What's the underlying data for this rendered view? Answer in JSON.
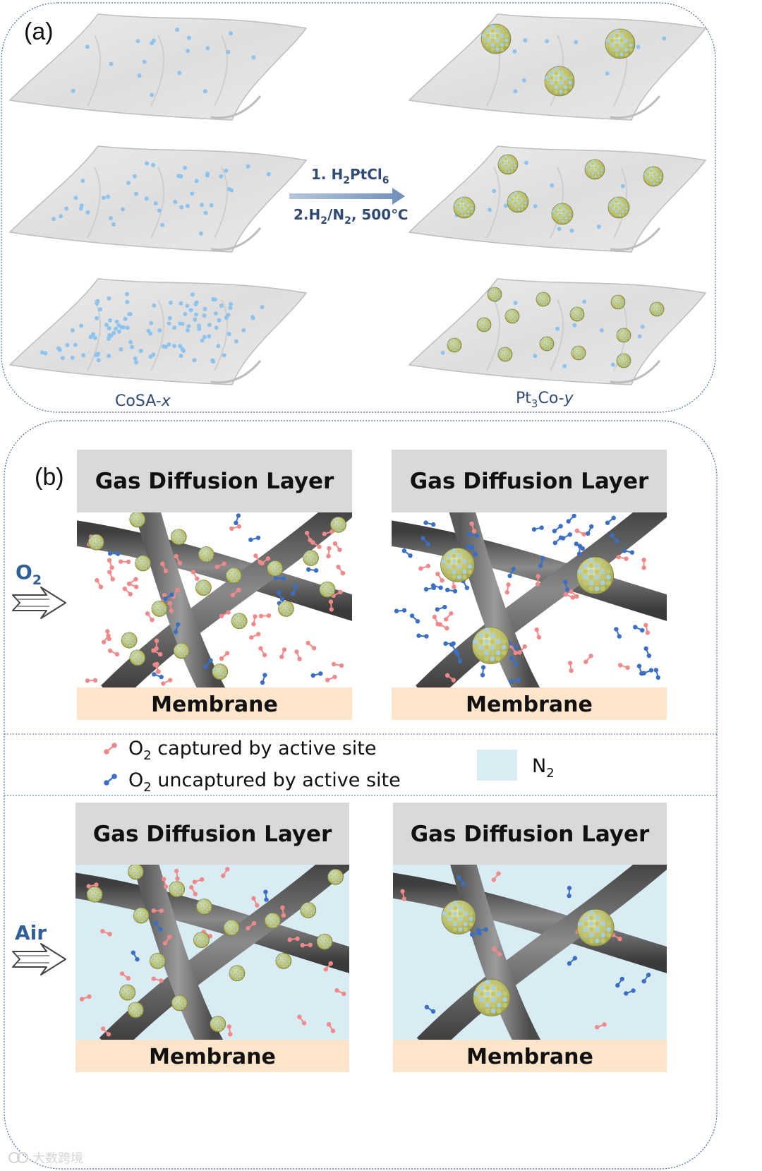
{
  "panel_a": {
    "label": "(a)",
    "step1_prefix": "1. H",
    "step1_sub1": "2",
    "step1_mid": "PtCl",
    "step1_sub2": "6",
    "step2_prefix": "2.H",
    "step2_sub1": "2",
    "step2_mid": "/N",
    "step2_sub2": "2",
    "step2_suffix": ", 500℃",
    "left_caption_main": "CoSA-",
    "left_caption_var": "x",
    "right_caption_a": "Pt",
    "right_caption_sub": "3",
    "right_caption_b": "Co-",
    "right_caption_var": "y"
  },
  "panel_b": {
    "label": "(b)",
    "gdl_label": "Gas Diffusion Layer",
    "membrane_label": "Membrane",
    "row1_gas_main": "O",
    "row1_gas_sub": "2",
    "row2_gas": "Air",
    "legend": {
      "captured_main": "O",
      "captured_sub": "2",
      "captured_rest": " captured by active site",
      "uncaptured_main": "O",
      "uncaptured_sub": "2",
      "uncaptured_rest": " uncaptured by active site",
      "n2_main": "N",
      "n2_sub": "2"
    }
  },
  "colors": {
    "co_dot": "#8ec3ee",
    "o2_captured": "#f08a8a",
    "o2_uncaptured": "#3a6fc4",
    "n2_bg": "#d9ecf3",
    "gdl_bg": "#d9d9d9",
    "membrane_bg": "#fde5cc",
    "fiber": "#555555",
    "particle_green": "#c2c66a",
    "particle_blue": "#a6d0e6",
    "sheet": "#e4e4e4",
    "frame": "#2f4f7a"
  },
  "watermark": "大数跨境"
}
